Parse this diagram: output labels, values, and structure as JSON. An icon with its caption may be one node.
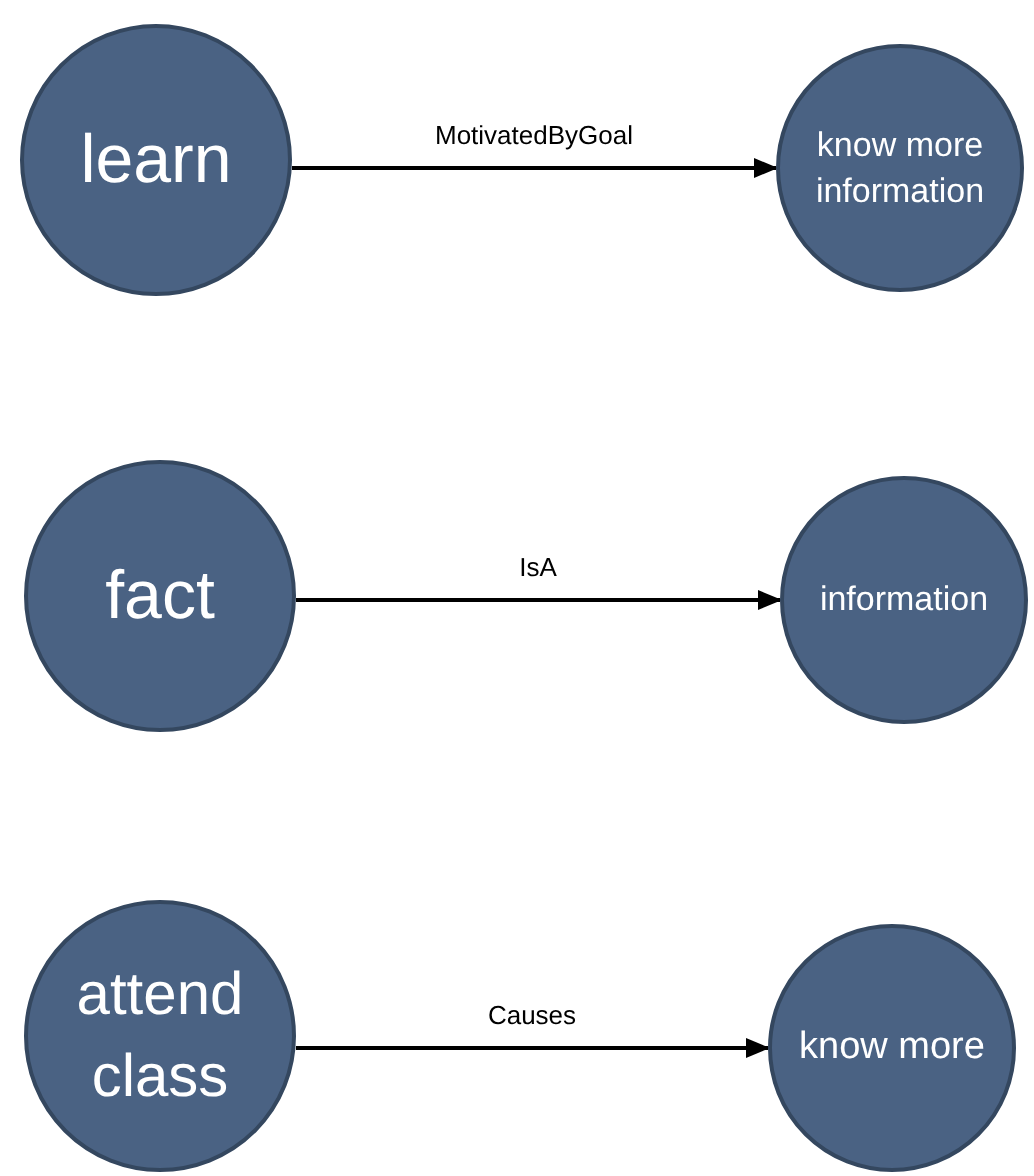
{
  "diagram": {
    "nodes": [
      {
        "text": [
          "learn"
        ]
      },
      {
        "text": [
          "know more information"
        ]
      },
      {
        "text": [
          "fact"
        ]
      },
      {
        "text": [
          "information"
        ]
      },
      {
        "text": [
          "attend class"
        ]
      },
      {
        "text": [
          "know more"
        ]
      }
    ],
    "edges": [
      {
        "from": 0,
        "to": 1,
        "arrow": "to",
        "label": "MotivatedByGoal"
      },
      {
        "from": 2,
        "to": 3,
        "arrow": "to",
        "label": "IsA"
      },
      {
        "from": 4,
        "to": 5,
        "arrow": "to",
        "label": "Causes"
      }
    ]
  }
}
